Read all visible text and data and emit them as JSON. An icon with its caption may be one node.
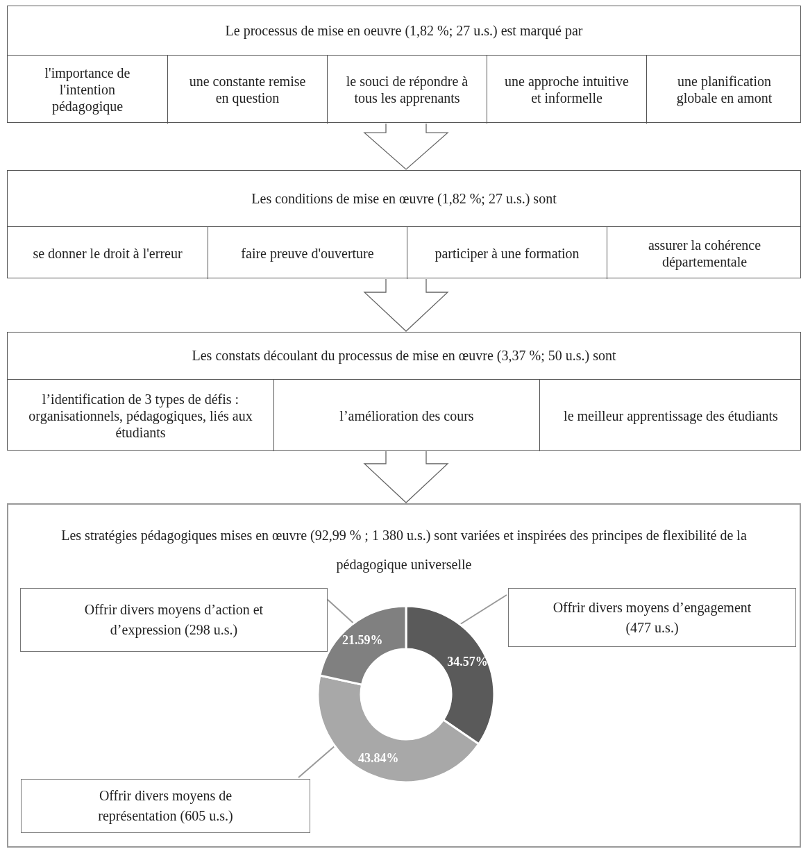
{
  "diagram": {
    "nodes": [
      {
        "text": [
          "Le processus de mise en oeuvre (1,82 %; 27 u.s.) est marqué par"
        ]
      },
      {
        "text": [
          "l'importance de l'intention pédagogique"
        ],
        "in": 0
      },
      {
        "text": [
          "une constante remise en question"
        ],
        "in": 0
      },
      {
        "text": [
          "le souci de répondre à tous les apprenants"
        ],
        "in": 0
      },
      {
        "text": [
          "une approche intuitive et informelle"
        ],
        "in": 0
      },
      {
        "text": [
          "une planification globale en amont"
        ],
        "in": 0
      },
      {
        "text": [
          "Les conditions de mise en œuvre (1,82 %; 27 u.s.) sont"
        ]
      },
      {
        "text": [
          "se donner le droit à l'erreur"
        ],
        "in": 6
      },
      {
        "text": [
          "faire preuve d'ouverture"
        ],
        "in": 6
      },
      {
        "text": [
          "participer à une formation"
        ],
        "in": 6
      },
      {
        "text": [
          "assurer la cohérence départementale"
        ],
        "in": 6
      },
      {
        "text": [
          "Les constats découlant du processus de mise en œuvre (3,37 %; 50 u.s.) sont"
        ]
      },
      {
        "text": [
          "l’identification de 3 types de défis : organisationnels, pédagogiques, liés aux étudiants"
        ],
        "in": 11
      },
      {
        "text": [
          "l’amélioration des cours"
        ],
        "in": 11
      },
      {
        "text": [
          "le meilleur apprentissage des étudiants"
        ],
        "in": 11
      },
      {
        "text": [
          "Les stratégies pédagogiques mises en œuvre (92,99 % ; 1 380 u.s.) sont variées et inspirées des principes de flexibilité de la pédagogique universelle"
        ]
      },
      {
        "text": [
          "Offrir divers moyens d’action et d’expression (298 u.s.)"
        ],
        "in": 15
      },
      {
        "text": [
          "Offrir divers moyens d’engagement (477 u.s.)"
        ],
        "in": 15
      },
      {
        "text": [
          "Offrir divers moyens de représentation (605 u.s.)"
        ],
        "in": 15
      },
      {
        "text": [],
        "shape": "slice",
        "in": 15
      },
      {
        "text": [],
        "shape": "slice",
        "in": 15
      },
      {
        "text": [],
        "shape": "slice",
        "in": 15
      }
    ],
    "edges": [
      {
        "from": 0,
        "to": 6,
        "arrow": "to"
      },
      {
        "from": 6,
        "to": 11,
        "arrow": "to"
      },
      {
        "from": 11,
        "to": 15,
        "arrow": "to"
      },
      {
        "from": 16,
        "to": 19,
        "arrow": "none"
      },
      {
        "from": 17,
        "to": 21,
        "arrow": "none"
      },
      {
        "from": 18,
        "to": 20,
        "arrow": "none"
      }
    ],
    "chart_data": {
      "type": "donut",
      "values": [
        34.57,
        43.84,
        21.59
      ],
      "value_labels": [
        "34.57%",
        "43.84%",
        "21.59%"
      ]
    }
  }
}
